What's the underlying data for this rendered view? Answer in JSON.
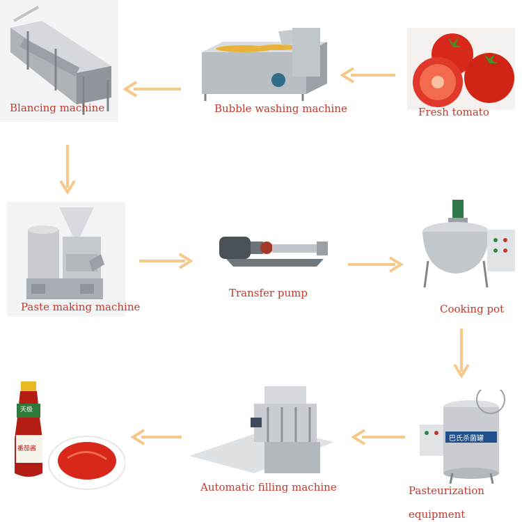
{
  "colors": {
    "label": "#c0392b",
    "arrow": "#f6c98a",
    "steel": "#c9cdd2",
    "tomato": "#d8281c"
  },
  "nodes": {
    "fresh_tomato": "Fresh tomato",
    "bubble_washing": "Bubble washing machine",
    "blanching": "Blancing machine",
    "paste_making": "Paste making machine",
    "transfer_pump": "Transfer pump",
    "cooking_pot": "Cooking pot",
    "pasteurization_line1": "Pasteurization",
    "pasteurization_line2": "equipment",
    "filling": "Automatic filling machine"
  },
  "product_labels": {
    "bottle_top": "天极",
    "bottle_mid": "番茄酱",
    "tank_banner": "巴氏杀菌罐"
  },
  "icons": [
    "arrow-left-icon",
    "arrow-down-icon",
    "arrow-right-icon"
  ]
}
